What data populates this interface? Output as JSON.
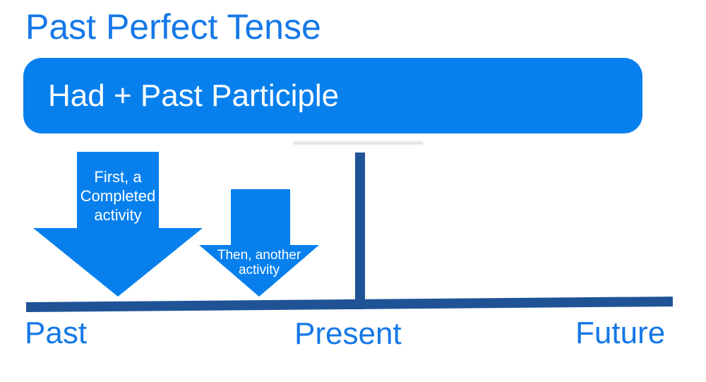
{
  "page": {
    "title": "Past Perfect Tense"
  },
  "banner": {
    "text": "Had + Past Participle"
  },
  "arrows": [
    {
      "name": "first-completed-activity-arrow",
      "lines": [
        "First, a",
        "Completed",
        "activity"
      ]
    },
    {
      "name": "then-another-activity-arrow",
      "lines": [
        "Then, another",
        "activity"
      ]
    }
  ],
  "timeline": {
    "past_label": "Past",
    "present_label": "Present",
    "future_label": "Future"
  },
  "colors": {
    "bright_blue": "#0780ee",
    "heading_text_blue": "#1478e8",
    "timeline_navy": "#1f5396",
    "arrow_label_text": "#ffffff",
    "background": "#ffffff"
  }
}
